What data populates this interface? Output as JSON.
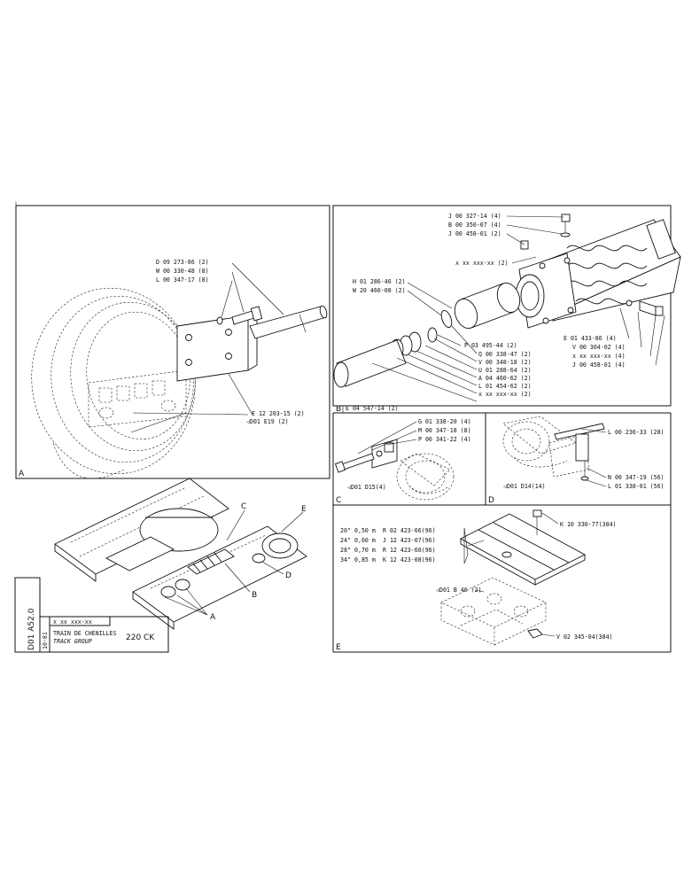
{
  "sheet": {
    "code": "D01 A52.0",
    "date": "10-81",
    "model": "220 CK",
    "title_fr": "TRAIN DE CHENILLES",
    "title_en": "TRACK GROUP",
    "ref_box": "x xx xxx-xx"
  },
  "panels": {
    "a": {
      "letter": "A",
      "refs": [
        "D 09 273-86 (2)",
        "W 00 330-48 (8)",
        "L 00 347-17 (8)",
        "E 12 203-15 (2)",
        "◁D01 E19 (2)"
      ]
    },
    "b": {
      "letter": "B",
      "top_refs": [
        "J 00 327-14 (4)",
        "B 00 350-07 (4)",
        "J 00 458-01 (2)",
        "x xx xxx-xx (2)"
      ],
      "left_refs": [
        "H 01 286-46 (2)",
        "W 20 460-08 (2)"
      ],
      "right_refs": [
        "E 01 433-86 (4)",
        "V 00 304-02 (4)",
        "x xx xxx-xx (4)",
        "J 00 458-01 (4)"
      ],
      "bottom_refs": [
        "P 03 495-44 (2)",
        "Q 00 338-47 (2)",
        "V 00 348-18 (2)",
        "U 01 288-64 (2)",
        "A 04 460-62 (2)",
        "L 01 454-62 (2)",
        "x xx xxx-xx (2)"
      ],
      "assembly": "E 04 547-14 (2)"
    },
    "c": {
      "letter": "C",
      "refs": [
        "G 01 338-20 (4)",
        "M 00 347-18 (8)",
        "P 00 341-22 (4)"
      ],
      "assembly": "◁D01 D15(4)"
    },
    "d": {
      "letter": "D",
      "refs": [
        "L 00 230-33 (28)",
        "N 00 347-19 (56)",
        "L 01 338-01 (56)"
      ],
      "assembly": "◁D01 D14(14)"
    },
    "e": {
      "letter": "E",
      "shoe_rows": [
        {
          "inch": "20\"",
          "metric": "0,50 m",
          "ref": "R 02 423-66(96)"
        },
        {
          "inch": "24\"",
          "metric": "0,60 m",
          "ref": "J 12 423-07(96)"
        },
        {
          "inch": "28\"",
          "metric": "0,70 m",
          "ref": "R 12 423-60(96)"
        },
        {
          "inch": "34\"",
          "metric": "0,85 m",
          "ref": "K 12 423-08(96)"
        }
      ],
      "bolt_ref": "K 10 330-77(384)",
      "chain_ref": "◁D01 B 46 (2)",
      "nut_ref": "V 02 345-04(384)"
    },
    "overview": {
      "callouts": [
        "C",
        "E",
        "B",
        "D",
        "A"
      ]
    }
  }
}
